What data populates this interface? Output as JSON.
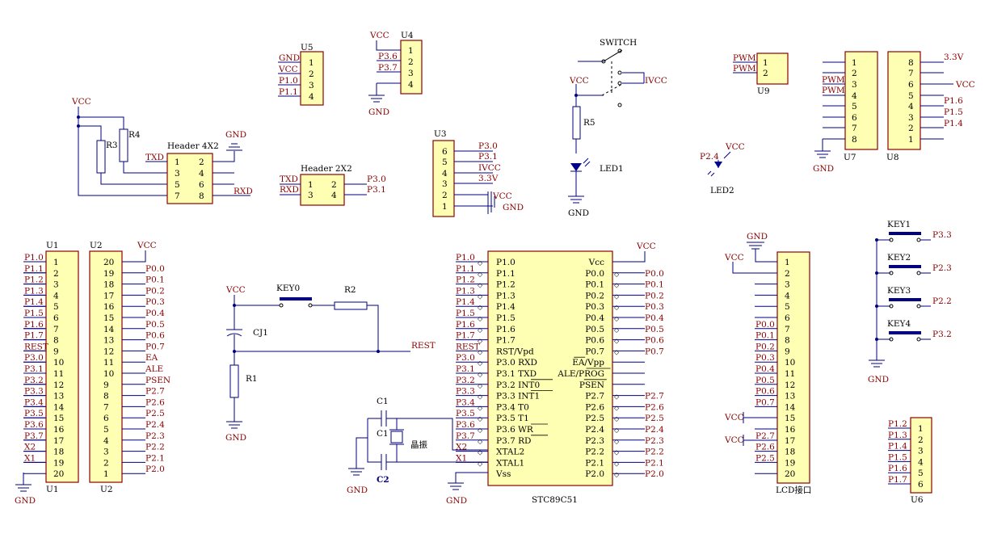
{
  "u5": {
    "ref": "U5",
    "nets": [
      "GND",
      "VCC",
      "P1.0",
      "P1.1"
    ],
    "pins": [
      "1",
      "2",
      "3",
      "4"
    ]
  },
  "u4": {
    "ref": "U4",
    "vcc": "VCC",
    "gnd": "GND",
    "nets": [
      "",
      "P3.6",
      "P3.7",
      ""
    ],
    "pins": [
      "1",
      "2",
      "3",
      "4"
    ]
  },
  "u3": {
    "ref": "U3",
    "nets": [
      "P3.0",
      "P3.1",
      "IVCC",
      "3.3V",
      "",
      ""
    ],
    "pins": [
      "6",
      "5",
      "4",
      "3",
      "2",
      "1"
    ],
    "vcc": "VCC",
    "gnd": "GND"
  },
  "u9": {
    "ref": "U9",
    "nets": [
      "PWM",
      "PWM"
    ],
    "pins": [
      "1",
      "2"
    ]
  },
  "u7": {
    "ref": "U7",
    "nets": [
      "",
      "",
      "PWM",
      "PWM",
      "",
      "",
      "",
      ""
    ],
    "pins": [
      "1",
      "2",
      "3",
      "4",
      "5",
      "6",
      "7",
      "8"
    ],
    "gnd": "GND"
  },
  "u8": {
    "ref": "U8",
    "nets": [
      "3.3V",
      "",
      "VCC",
      "P1.6",
      "P1.5",
      "P1.4",
      "",
      ""
    ],
    "pins": [
      "8",
      "7",
      "6",
      "5",
      "4",
      "3",
      "2",
      "1"
    ]
  },
  "switch": {
    "label": "SWITCH",
    "vcc": "VCC",
    "ivcc": "IVCC",
    "r": "R5",
    "led": "LED1",
    "gnd": "GND"
  },
  "led2": {
    "net": "P2.4",
    "vcc": "VCC",
    "label": "LED2"
  },
  "header4x2": {
    "title": "Header 4X2",
    "txd": "TXD",
    "rxd": "RXD",
    "gnd": "GND",
    "vcc": "VCC",
    "r3": "R3",
    "r4": "R4",
    "left_pins": [
      "1",
      "3",
      "5",
      "7"
    ],
    "right_pins": [
      "2",
      "4",
      "6",
      "8"
    ]
  },
  "header2x2": {
    "title": "Header 2X2",
    "left_nets": [
      "TXD",
      "RXD"
    ],
    "right_nets": [
      "P3.0",
      "P3.1"
    ],
    "left_pins": [
      "1",
      "3"
    ],
    "right_pins": [
      "2",
      "4"
    ]
  },
  "u1": {
    "ref": "U1",
    "nets": [
      "P1.0",
      "P1.1",
      "P1.2",
      "P1.3",
      "P1.4",
      "P1.5",
      "P1.6",
      "P1.7",
      "REST",
      "P3.0",
      "P3.1",
      "P3.2",
      "P3.3",
      "P3.4",
      "P3.5",
      "P3.6",
      "P3.7",
      "X2",
      "X1",
      ""
    ],
    "pins": [
      "1",
      "2",
      "3",
      "4",
      "5",
      "6",
      "7",
      "8",
      "9",
      "10",
      "11",
      "12",
      "13",
      "14",
      "15",
      "16",
      "17",
      "18",
      "19",
      "20"
    ],
    "gnd": "GND"
  },
  "u2": {
    "ref": "U2",
    "vcc": "VCC",
    "nets": [
      "P0.0",
      "P0.1",
      "P0.2",
      "P0.3",
      "P0.4",
      "P0.5",
      "P0.6",
      "P0.7",
      "EA",
      "ALE",
      "PSEN",
      "P2.7",
      "P2.6",
      "P2.5",
      "P2.4",
      "P2.3",
      "P2.2",
      "P2.1",
      "P2.0"
    ],
    "pins": [
      "20",
      "19",
      "18",
      "17",
      "16",
      "15",
      "14",
      "13",
      "12",
      "11",
      "10",
      "9",
      "8",
      "7",
      "6",
      "5",
      "4",
      "3",
      "2",
      "1"
    ]
  },
  "reset": {
    "vcc": "VCC",
    "key": "KEY0",
    "r2": "R2",
    "cap": "CJ1",
    "r1": "R1",
    "net": "REST",
    "gnd": "GND"
  },
  "crystal": {
    "c1a": "C1",
    "c1b": "C1",
    "c2": "C2",
    "xtal": "晶振",
    "gnd": "GND"
  },
  "mcu": {
    "name": "STC89C51",
    "vcc": "VCC",
    "gnd": "GND",
    "left_nets": [
      "P1.0",
      "P1.1",
      "P1.2",
      "P1.3",
      "P1.4",
      "P1.5",
      "P1.6",
      "P1.7",
      "REST",
      "P3.0",
      "P3.1",
      "P3.2",
      "P3.3",
      "P3.4",
      "P3.5",
      "P3.6",
      "P3.7",
      "X2",
      "X1",
      ""
    ],
    "left_pins": [
      "P1.0",
      "P1.1",
      "P1.2",
      "P1.3",
      "P1.4",
      "P1.5",
      "P1.6",
      "P1.7",
      "RST/Vpd",
      "P3.0 RXD",
      "P3.1 TXD",
      "P3.2 INT0",
      "P3.3 INT1",
      "P3.4 T0",
      "P3.5 T1",
      "P3.6 WR",
      "P3.7 RD",
      "XTAL2",
      "XTAL1",
      "Vss"
    ],
    "right_pins": [
      "Vcc",
      "P0.0",
      "P0.1",
      "P0.2",
      "P0.3",
      "P0.4",
      "P0.5",
      "P0.6",
      "P0.7",
      "EA/Vpp",
      "ALE/PROG",
      "PSEN",
      "P2.7",
      "P2.6",
      "P2.5",
      "P2.4",
      "P2.3",
      "P2.2",
      "P2.1",
      "P2.0"
    ],
    "right_nets": [
      "",
      "P0.0",
      "P0.1",
      "P0.2",
      "P0.3",
      "P0.4",
      "P0.5",
      "P0.6",
      "P0.7",
      "",
      "",
      "",
      "P2.7",
      "P2.6",
      "P2.5",
      "P2.4",
      "P2.3",
      "P2.2",
      "P2.1",
      "P2.0"
    ]
  },
  "lcd": {
    "label": "LCD接口",
    "gnd": "GND",
    "vcc": "VCC",
    "vcc15": "VCC",
    "vcc17": "VCC",
    "pins": [
      "1",
      "2",
      "3",
      "4",
      "5",
      "6",
      "7",
      "8",
      "9",
      "10",
      "11",
      "12",
      "13",
      "14",
      "15",
      "16",
      "17",
      "18",
      "19",
      "20"
    ],
    "nets": [
      "",
      "",
      "",
      "",
      "",
      "",
      "P0.0",
      "P0.1",
      "P0.2",
      "P0.3",
      "P0.4",
      "P0.5",
      "P0.6",
      "P0.7",
      "",
      "",
      "P2.7",
      "P2.6",
      "P2.5",
      ""
    ]
  },
  "keys": {
    "labels": [
      "KEY1",
      "KEY2",
      "KEY3",
      "KEY4"
    ],
    "nets": [
      "P3.3",
      "P2.3",
      "P2.2",
      "P3.2"
    ],
    "gnd": "GND"
  },
  "u6": {
    "ref": "U6",
    "nets": [
      "P1.2",
      "P1.3",
      "P1.4",
      "P1.5",
      "P1.6",
      "P1.7"
    ],
    "pins": [
      "1",
      "2",
      "3",
      "4",
      "5",
      "6"
    ]
  }
}
